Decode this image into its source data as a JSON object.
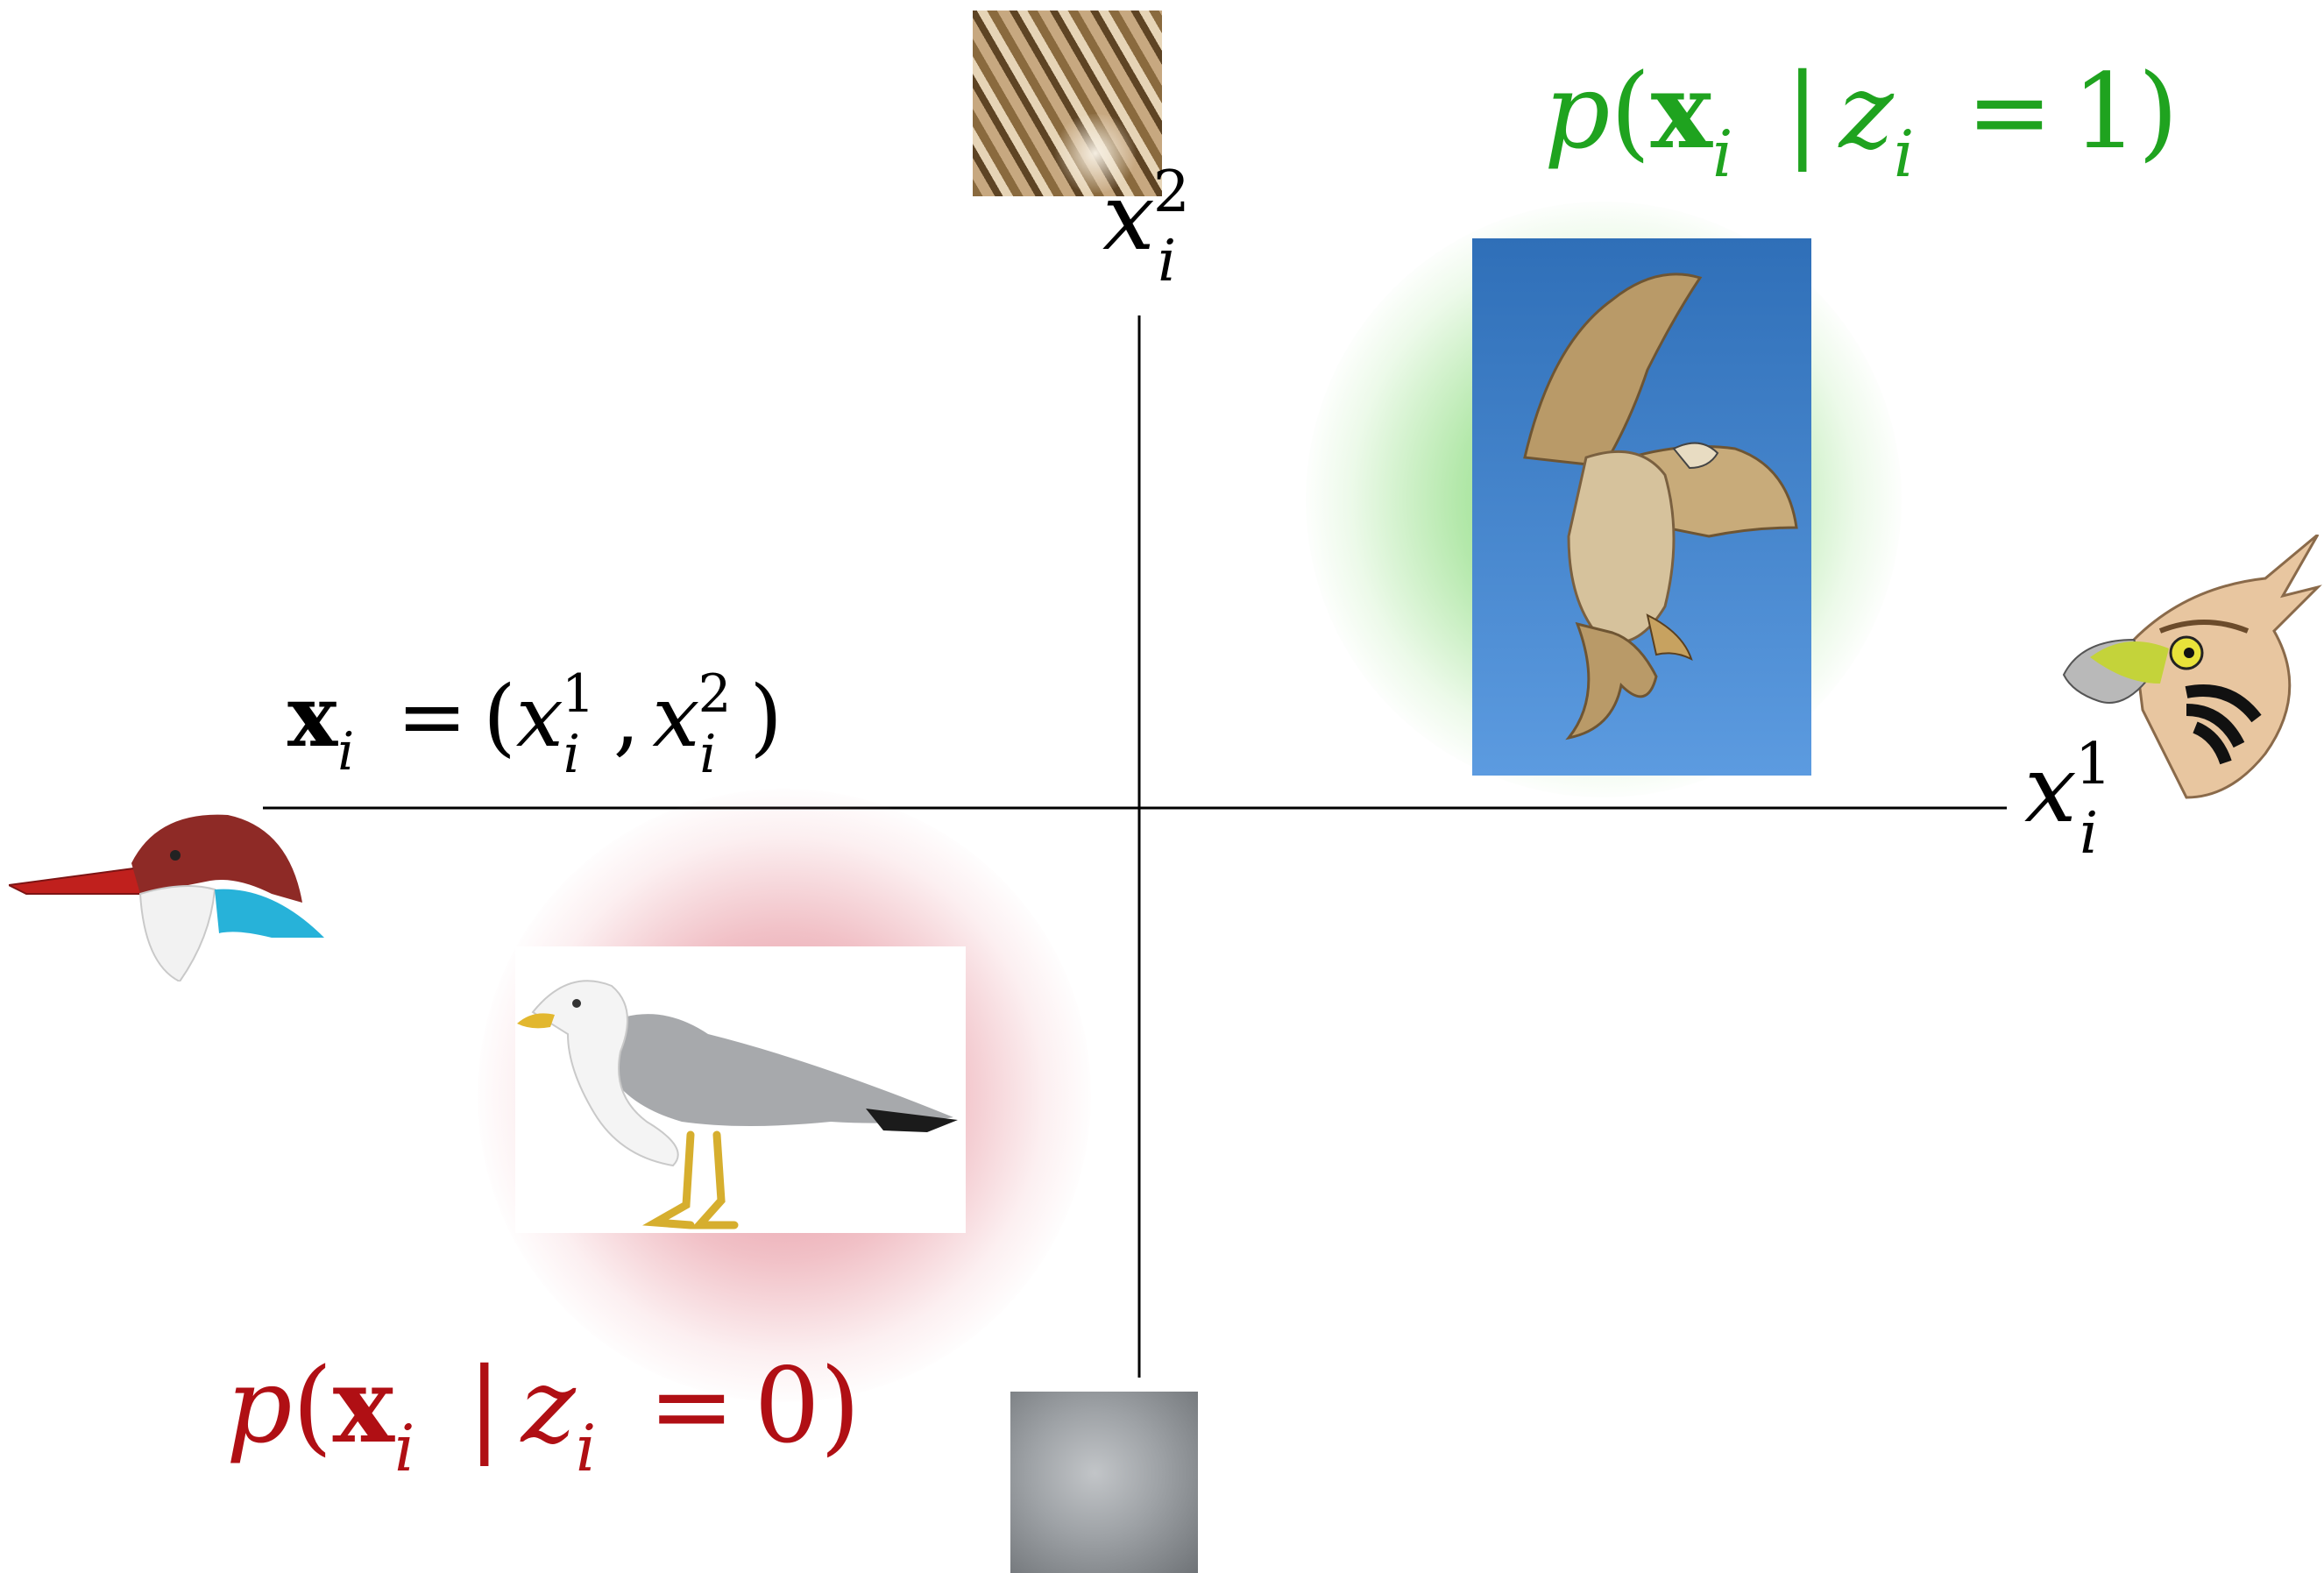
{
  "labels": {
    "x_axis": {
      "var": "x",
      "sub": "i",
      "sup": "1"
    },
    "y_axis": {
      "var": "x",
      "sub": "i",
      "sup": "2"
    },
    "vector": {
      "lhs_bold": "x",
      "lhs_sub": "i",
      "eq": "=",
      "open": "(",
      "c1_var": "x",
      "c1_sub": "i",
      "c1_sup": "1",
      "comma": ",",
      "c2_var": "x",
      "c2_sub": "i",
      "c2_sup": "2",
      "close": ")"
    },
    "class1": {
      "p": "p",
      "open": "(",
      "bold": "x",
      "sub": "i",
      "bar": "|",
      "z": "z",
      "zsub": "i",
      "eq": "=",
      "val": "1",
      "close": ")"
    },
    "class0": {
      "p": "p",
      "open": "(",
      "bold": "x",
      "sub": "i",
      "bar": "|",
      "z": "z",
      "zsub": "i",
      "eq": "=",
      "val": "0",
      "close": ")"
    }
  },
  "colors": {
    "class1": "#1fa31f",
    "class0": "#b00f14",
    "axis": "#000000"
  },
  "icons": {
    "left_axis": "woodpecker-head-icon",
    "right_axis": "hawk-head-icon",
    "top_axis": "brown-feather-texture",
    "bottom_axis": "gray-sky-texture",
    "class1_photo": "hawk-photo",
    "class0_photo": "gull-photo"
  }
}
